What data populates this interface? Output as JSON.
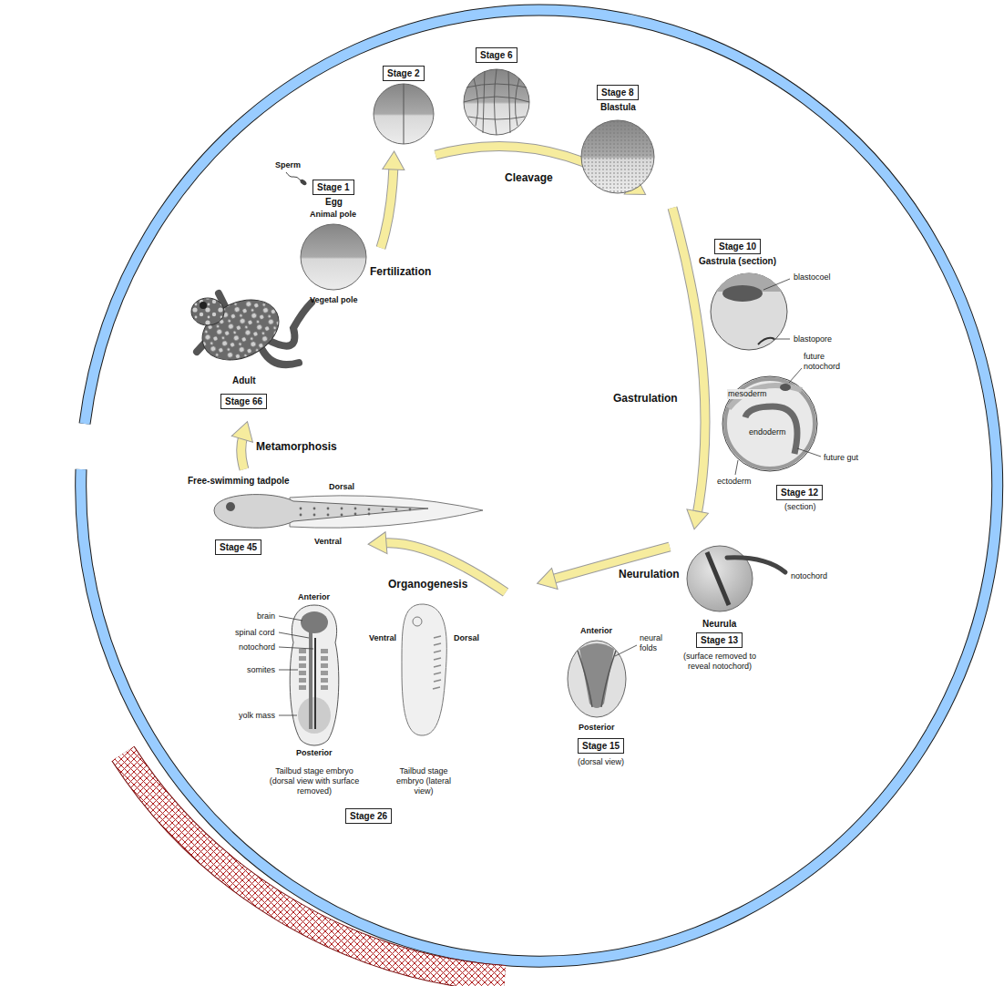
{
  "diagram": {
    "nodes": [
      {
        "text": [
          "Stage 1"
        ]
      },
      {
        "text": [
          "Stage 2"
        ]
      },
      {
        "text": [
          "Stage 6"
        ]
      },
      {
        "text": [
          "Stage 8"
        ]
      },
      {
        "text": [
          "Stage 10"
        ]
      },
      {
        "text": [
          "Stage 12"
        ]
      },
      {
        "text": [
          "Stage 13"
        ]
      },
      {
        "text": [
          "Stage 15"
        ]
      },
      {
        "text": [
          "Stage 26"
        ]
      },
      {
        "text": [
          "Stage 45"
        ]
      },
      {
        "text": [
          "Stage 66"
        ]
      }
    ],
    "labels": [
      "Sperm",
      "Egg",
      "Animal pole",
      "Vegetal pole",
      "Fertilization",
      "Cleavage",
      "Blastula",
      "Gastrula (section)",
      "blastocoel",
      "blastopore",
      "Gastrulation",
      "mesoderm",
      "future notochord",
      "endoderm",
      "future gut",
      "ectoderm",
      "(section)",
      "notochord",
      "Neurula",
      "(surface removed to reveal notochord)",
      "Neurulation",
      "Anterior",
      "neural folds",
      "Posterior",
      "(dorsal view)",
      "Organogenesis",
      "brain",
      "spinal cord",
      "notochord",
      "somites",
      "yolk mass",
      "Anterior",
      "Posterior",
      "Tailbud stage embryo (dorsal view with surface removed)",
      "Ventral",
      "Dorsal",
      "Tailbud stage embryo (lateral view)",
      "Free-swimming tadpole",
      "Dorsal",
      "Ventral",
      "Metamorphosis",
      "Adult"
    ]
  }
}
